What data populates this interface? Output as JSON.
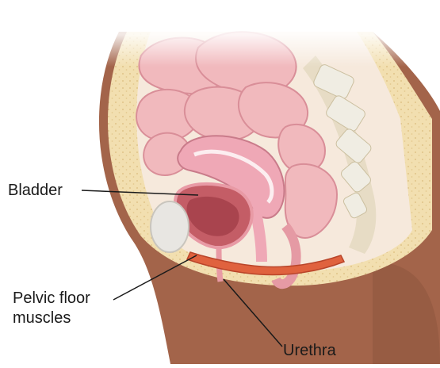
{
  "labels": {
    "bladder": "Bladder",
    "pelvic_floor_line1": "Pelvic floor",
    "pelvic_floor_line2": "muscles",
    "urethra": "Urethra"
  },
  "colors": {
    "background": "#ffffff",
    "skin": "#a3644a",
    "fat": "#f2dfb0",
    "fat_dots": "#d9b97a",
    "intestine": "#f1b9bd",
    "intestine_outline": "#d98e98",
    "uterus": "#efa8b6",
    "bladder": "#c45d66",
    "bladder_inner": "#9e3b45",
    "muscle": "#e0623e",
    "bone": "#f0ede3",
    "pubic_bone": "#e8e6e2",
    "leader_line": "#1a1a1a"
  }
}
